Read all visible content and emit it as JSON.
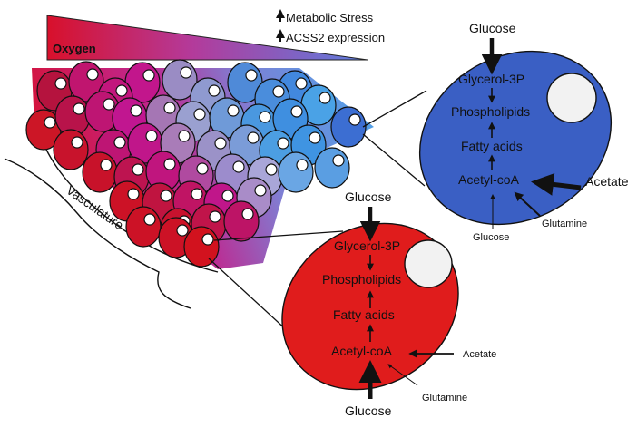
{
  "header": {
    "metabolic_stress": "Metabolic Stress",
    "acss2_expression": "ACSS2 expression"
  },
  "gradient": {
    "oxygen_label": "Oxygen"
  },
  "tissue": {
    "vasculature_label": "Vasculature"
  },
  "normoxic_cell": {
    "color": "#e01c1c",
    "glucose_top": "Glucose",
    "glycerol": "Glycerol-3P",
    "phospholipids": "Phospholipids",
    "fatty_acids": "Fatty acids",
    "acetyl_coa": "Acetyl-coA",
    "acetate": "Acetate",
    "glutamine": "Glutamine",
    "glucose_bottom": "Glucose"
  },
  "hypoxic_cell": {
    "color": "#3a5fc4",
    "glucose_top": "Glucose",
    "glycerol": "Glycerol-3P",
    "phospholipids": "Phospholipids",
    "fatty_acids": "Fatty acids",
    "acetyl_coa": "Acetyl-coA",
    "acetate": "Acetate",
    "glutamine": "Glutamine",
    "glucose_bottom": "Glucose"
  }
}
